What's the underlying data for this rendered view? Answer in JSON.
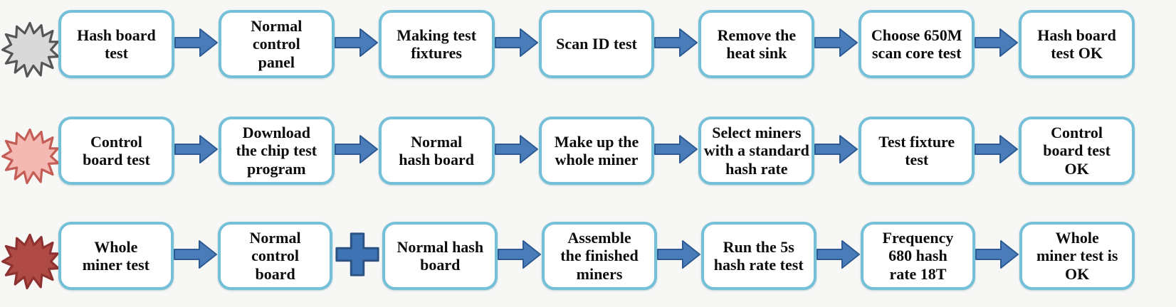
{
  "title": "Miner production test flowchart",
  "colors": {
    "background": "#f7f7f5",
    "box_border": "#74c0d8",
    "box_fill": "#ffffff",
    "text": "#0d0d0d",
    "arrow_fill": "#4a7cba",
    "arrow_stroke": "#2d5a92",
    "plus_fill": "#3f74b4",
    "plus_stroke": "#2c5282",
    "star_gray_fill": "#d9d9d9",
    "star_gray_stroke": "#555555",
    "star_pink_fill": "#f5b9b4",
    "star_pink_stroke": "#c45d56",
    "star_red_fill": "#b04a45",
    "star_red_stroke": "#8d3230"
  },
  "icons": {
    "arrow": "right-block-arrow-icon",
    "plus": "plus-icon",
    "starburst": "explosion-starburst-icon"
  },
  "rows": [
    {
      "name": "hash-board-test-flow",
      "icon_color_key": "gray",
      "connectors": [
        "arrow",
        "arrow",
        "arrow",
        "arrow",
        "arrow",
        "arrow"
      ],
      "steps": [
        {
          "label": "Hash board test",
          "lines": [
            "Hash board",
            "test"
          ]
        },
        {
          "label": "Normal control panel",
          "lines": [
            "Normal",
            "control",
            "panel"
          ]
        },
        {
          "label": "Making test fixtures",
          "lines": [
            "Making test",
            "fixtures"
          ]
        },
        {
          "label": "Scan ID test",
          "lines": [
            "Scan ID test"
          ]
        },
        {
          "label": "Remove the heat sink",
          "lines": [
            "Remove the",
            "heat sink"
          ]
        },
        {
          "label": "Choose 650M scan core test",
          "lines": [
            "Choose 650M",
            "scan core test"
          ]
        },
        {
          "label": "Hash board test OK",
          "lines": [
            "Hash board",
            "test OK"
          ]
        }
      ]
    },
    {
      "name": "control-board-test-flow",
      "icon_color_key": "pink",
      "connectors": [
        "arrow",
        "arrow",
        "arrow",
        "arrow",
        "arrow",
        "arrow"
      ],
      "steps": [
        {
          "label": "Control board test",
          "lines": [
            "Control",
            "board test"
          ]
        },
        {
          "label": "Download the chip test program",
          "lines": [
            "Download",
            "the chip test",
            "program"
          ]
        },
        {
          "label": "Normal hash board",
          "lines": [
            "Normal",
            "hash board"
          ]
        },
        {
          "label": "Make up the whole miner",
          "lines": [
            "Make up the",
            "whole miner"
          ]
        },
        {
          "label": "Select miners with a standard hash rate",
          "lines": [
            "Select miners",
            "with a standard",
            "hash rate"
          ]
        },
        {
          "label": "Test fixture test",
          "lines": [
            "Test fixture",
            "test"
          ]
        },
        {
          "label": "Control board test OK",
          "lines": [
            "Control",
            "board test",
            "OK"
          ]
        }
      ]
    },
    {
      "name": "whole-miner-test-flow",
      "icon_color_key": "red",
      "connectors": [
        "arrow",
        "plus",
        "arrow",
        "arrow",
        "arrow",
        "arrow"
      ],
      "steps": [
        {
          "label": "Whole miner test",
          "lines": [
            "Whole",
            "miner test"
          ]
        },
        {
          "label": "Normal control board",
          "lines": [
            "Normal",
            "control",
            "board"
          ]
        },
        {
          "label": "Normal hash board",
          "lines": [
            "Normal hash",
            "board"
          ]
        },
        {
          "label": "Assemble the finished miners",
          "lines": [
            "Assemble",
            "the finished",
            "miners"
          ]
        },
        {
          "label": "Run the 5s hash rate test",
          "lines": [
            "Run the 5s",
            "hash rate test"
          ]
        },
        {
          "label": "Frequency 680 hash rate 18T",
          "lines": [
            "Frequency",
            "680 hash",
            "rate 18T"
          ]
        },
        {
          "label": "Whole miner test is OK",
          "lines": [
            "Whole",
            "miner test is",
            "OK"
          ]
        }
      ]
    }
  ]
}
